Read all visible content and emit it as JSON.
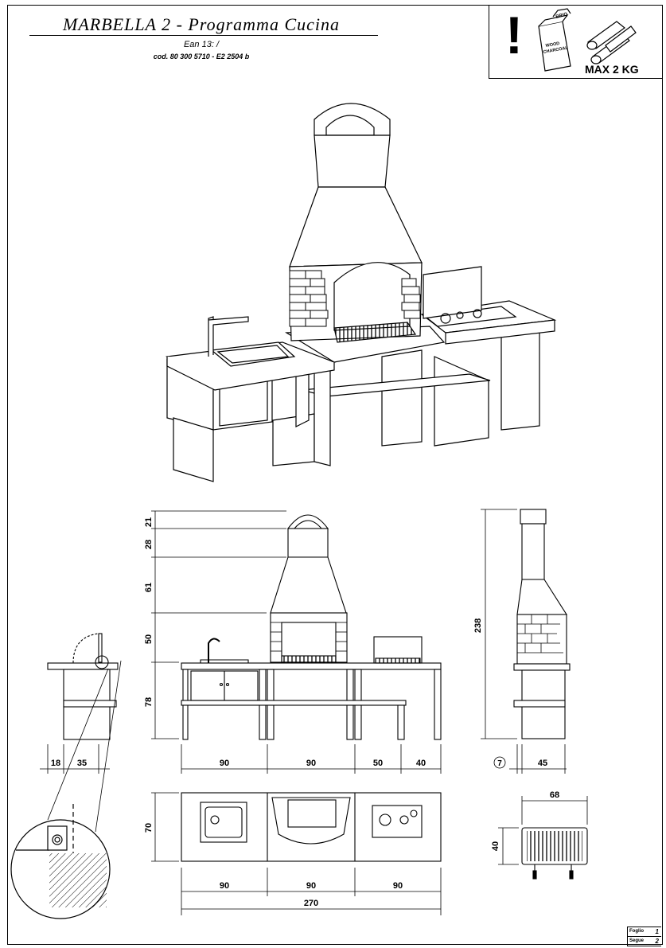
{
  "header": {
    "title": "MARBELLA  2 - Programma Cucina",
    "ean": "Ean 13: /",
    "code": "cod. 80 300 5710 - E2 2504 b"
  },
  "warning": {
    "exclamation": "!",
    "bag_top_label": "BRIQ",
    "bag_label_line1": "WOOD",
    "bag_label_line2": "CHARCOAL",
    "max_label": "MAX 2 KG",
    "icons": [
      "exclamation-icon",
      "charcoal-bag-icon",
      "firewood-icon"
    ]
  },
  "dimensions": {
    "front_heights": [
      "21",
      "28",
      "61",
      "50",
      "78"
    ],
    "side_small_widths": [
      "18",
      "35"
    ],
    "front_widths": [
      "90",
      "90",
      "50",
      "40"
    ],
    "side_height": "238",
    "side_width": "45",
    "side_circle_label": "7",
    "plan_depth": "70",
    "plan_widths": [
      "90",
      "90",
      "90"
    ],
    "plan_total": "270",
    "grill_width": "68",
    "grill_depth": "40"
  },
  "footer": {
    "sheet_label": "Foglio",
    "sheet_value": "1",
    "follows_label": "Segue",
    "follows_value": "2"
  }
}
